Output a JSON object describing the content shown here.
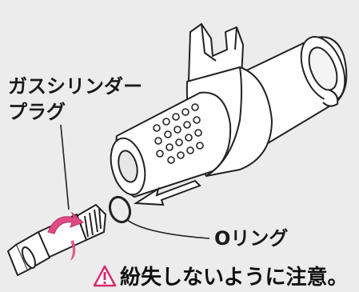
{
  "labels": {
    "gas_cylinder_plug_line1": "ガスシリンダー",
    "gas_cylinder_plug_line2": "プラグ",
    "o_ring": "Oリング"
  },
  "warning": {
    "text": "紛失しないように注意。",
    "icon": "warning-triangle-icon",
    "icon_color": "#d62b6f"
  },
  "colors": {
    "background": "#ececec",
    "line": "#222222",
    "rotation_arrow": "#e04a83"
  }
}
